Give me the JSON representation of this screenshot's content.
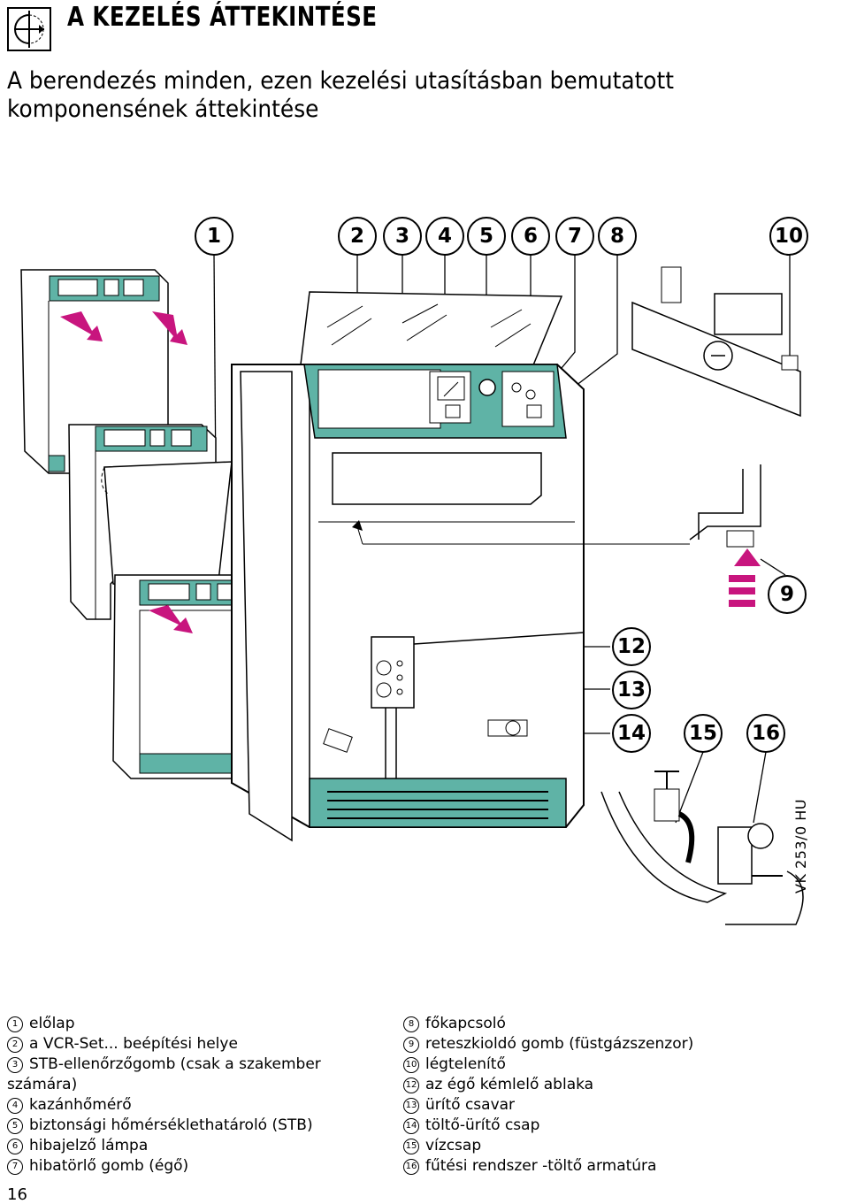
{
  "header": {
    "title": "A KEZELÉS ÁTTEKINTÉSE",
    "subtitle": "A berendezés minden, ezen kezelési utasításban bemutatott komponensének áttekintése",
    "icon": "section-icon"
  },
  "illustration": {
    "callouts": [
      "1",
      "2",
      "3",
      "4",
      "5",
      "6",
      "7",
      "8",
      "10",
      "9",
      "12",
      "13",
      "14",
      "15",
      "16"
    ],
    "doc_code": "VK 253/0 HU",
    "colors": {
      "panel": "#5fb3a6",
      "arrow": "#c8157e",
      "outline": "#000000"
    }
  },
  "legend": {
    "left": [
      {
        "num": "1",
        "text": "előlap"
      },
      {
        "num": "2",
        "text": "a VCR-Set... beépítési helye"
      },
      {
        "num": "3",
        "text": "STB-ellenőrzőgomb (csak a szakember"
      },
      {
        "num": "",
        "text": "számára)"
      },
      {
        "num": "4",
        "text": "kazánhőmérő"
      },
      {
        "num": "5",
        "text": "biztonsági hőmérséklethatároló (STB)"
      },
      {
        "num": "6",
        "text": "hibajelző lámpa"
      },
      {
        "num": "7",
        "text": "hibatörlő gomb (égő)"
      }
    ],
    "right": [
      {
        "num": "8",
        "text": "főkapcsoló"
      },
      {
        "num": "9",
        "text": "reteszkioldó gomb (füstgázszenzor)"
      },
      {
        "num": "10",
        "text": "légtelenítő"
      },
      {
        "num": "12",
        "text": "az égő kémlelő ablaka"
      },
      {
        "num": "13",
        "text": "ürítő csavar"
      },
      {
        "num": "14",
        "text": "töltő-ürítő csap"
      },
      {
        "num": "15",
        "text": "vízcsap"
      },
      {
        "num": "16",
        "text": "fűtési rendszer -töltő armatúra"
      }
    ]
  },
  "page_number": "16"
}
